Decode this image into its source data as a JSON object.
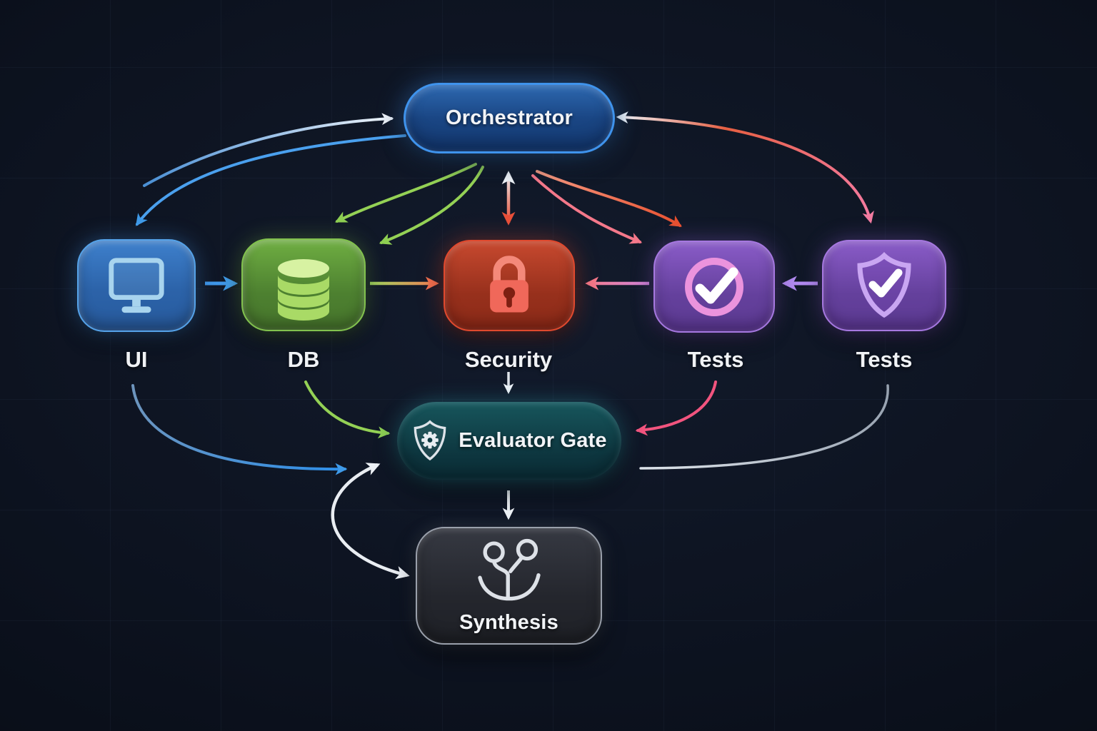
{
  "diagram": {
    "background_color": "#0a0f1a",
    "nodes": {
      "orchestrator": {
        "label": "Orchestrator",
        "shape": "pill",
        "fill": "#1a4684",
        "border": "#3f93ec"
      },
      "ui": {
        "label": "UI",
        "icon": "monitor-icon",
        "fill": "#2c63a9",
        "border": "#55a2e8"
      },
      "db": {
        "label": "DB",
        "icon": "database-icon",
        "fill": "#4d8030",
        "border": "#82c24e"
      },
      "security": {
        "label": "Security",
        "icon": "lock-icon",
        "fill": "#97301c",
        "border": "#e0492e"
      },
      "tests_check": {
        "label": "Tests",
        "icon": "circle-check-icon",
        "fill": "#64409c",
        "border": "#a678e0"
      },
      "tests_shield": {
        "label": "Tests",
        "icon": "shield-check-icon",
        "fill": "#64409c",
        "border": "#a678e0"
      },
      "evaluator_gate": {
        "label": "Evaluator Gate",
        "icon": "shield-gear-icon",
        "fill": "#0d353e",
        "border": "#36c6da"
      },
      "synthesis": {
        "label": "Synthesis",
        "icon": "merge-icon",
        "fill": "#24262d",
        "border": "#9aa0ab"
      }
    },
    "edges": [
      {
        "from": "orchestrator",
        "to": "ui",
        "color": "#4aa0ee"
      },
      {
        "from": "ui",
        "to": "orchestrator",
        "colors": [
          "#4a8fd4",
          "#eef3f8"
        ]
      },
      {
        "from": "orchestrator",
        "to": "db",
        "color": "#94d155"
      },
      {
        "from": "orchestrator",
        "to": "db",
        "color": "#94d155"
      },
      {
        "from": "orchestrator",
        "to": "security",
        "bidirectional": true,
        "colors": [
          "#f0f4f8",
          "#e8503a"
        ]
      },
      {
        "from": "orchestrator",
        "to": "tests_check",
        "colors": [
          "#f59a82",
          "#e8502f"
        ]
      },
      {
        "from": "orchestrator",
        "to": "tests_check",
        "color": "#f4788a"
      },
      {
        "from": "orchestrator",
        "to": "tests_shield",
        "bidirectional": true,
        "colors": [
          "#eef2f7",
          "#e65f42",
          "#f47ba2"
        ]
      },
      {
        "from": "ui",
        "to": "db",
        "color": "#3f97ea"
      },
      {
        "from": "db",
        "to": "security",
        "colors": [
          "#9ed45f",
          "#ef7e54"
        ]
      },
      {
        "from": "tests_check",
        "to": "security",
        "colors": [
          "#cf82d8",
          "#f27d8e"
        ]
      },
      {
        "from": "tests_shield",
        "to": "tests_check",
        "color": "#b18af0"
      },
      {
        "from": "security",
        "to": "evaluator_gate",
        "color": "#dfe4ea"
      },
      {
        "from": "db",
        "to": "evaluator_gate",
        "color": "#94d155"
      },
      {
        "from": "ui",
        "to": "evaluator_gate",
        "colors": [
          "#6e95bd",
          "#2e8fe9"
        ]
      },
      {
        "from": "tests_check",
        "to": "evaluator_gate",
        "color": "#f2547e"
      },
      {
        "from": "tests_shield",
        "to": "evaluator_gate",
        "colors": [
          "#97a2b0",
          "#dde3ea"
        ]
      },
      {
        "from": "evaluator_gate",
        "to": "synthesis",
        "color": "#e9edf2"
      },
      {
        "from": "evaluator_gate",
        "to": "synthesis",
        "bidirectional": true,
        "side": "left",
        "color": "#e9edf2"
      }
    ]
  }
}
